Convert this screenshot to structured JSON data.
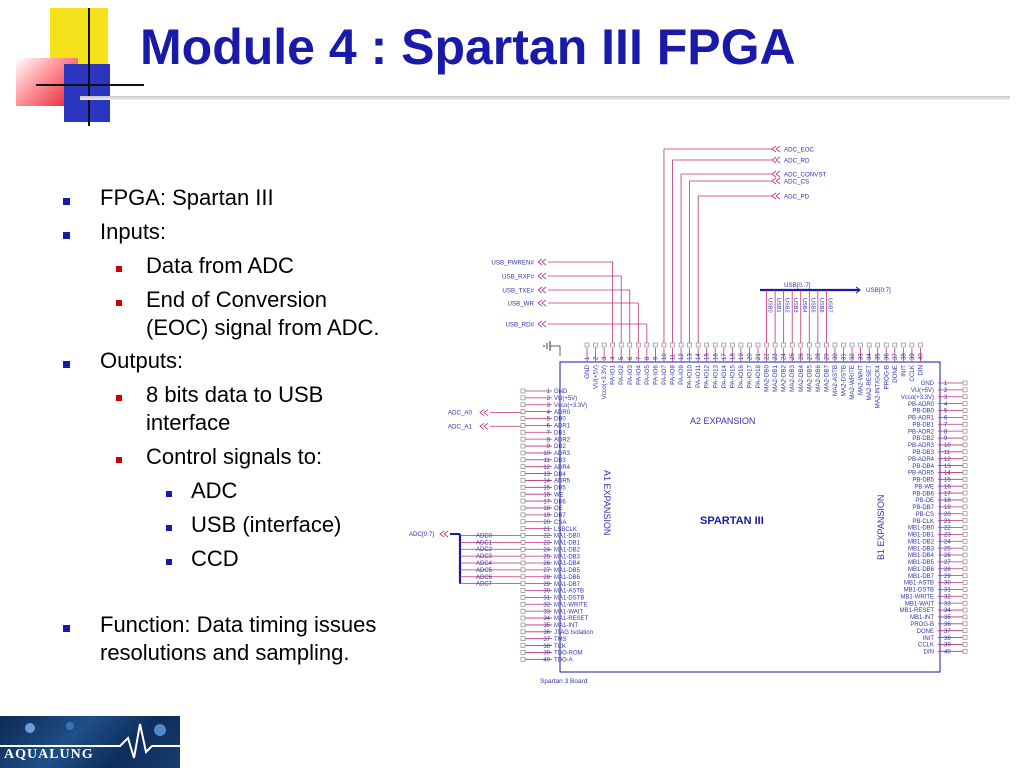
{
  "slide": {
    "title": "Module 4 : Spartan III FPGA",
    "bullets": {
      "fpga": "FPGA: Spartan III",
      "inputs": "Inputs:",
      "data_adc": "Data from ADC",
      "eoc_1": "End of Conversion",
      "eoc_2": "(EOC) signal from ADC.",
      "outputs": "Outputs:",
      "bits_1": "8 bits data to USB",
      "bits_2": "interface",
      "control": "Control signals to:",
      "adc": "ADC",
      "usb": "USB (interface)",
      "ccd": "CCD",
      "function_1": "Function: Data timing issues",
      "function_2": "resolutions and sampling."
    },
    "logo_text": "AQUALUNG",
    "colors": {
      "title": "#1a1aa8",
      "bullet_l1": "#1a1aa8",
      "bullet_l2": "#cc0000",
      "line": "#c0307a",
      "bus": "#1a1aa8"
    }
  },
  "schematic": {
    "adc_signals": [
      "ADC_EOC",
      "ADC_RD",
      "ADC_CONVST",
      "ADC_CS",
      "ADC_PD"
    ],
    "usb_signals": [
      "USB_PWREN#",
      "USB_RXF#",
      "USB_TXE#",
      "USB_WR",
      "USB_RD#"
    ],
    "usb_bus_label": "USB[0..7]",
    "usb_bus_out": "USB[0:7]",
    "usb_bits": [
      "USB0",
      "USB1",
      "USB2",
      "USB3",
      "USB4",
      "USB5",
      "USB6",
      "USB7"
    ],
    "adc_a": [
      "ADC_A0",
      "ADC_A1"
    ],
    "adc_bus_label": "ADC[0:7]",
    "adc_bits": [
      "ADC0",
      "ADC1",
      "ADC2",
      "ADC3",
      "ADC4",
      "ADC5",
      "ADC6",
      "ADC7"
    ],
    "top_pins": [
      "GND",
      "VU(+5V)",
      "Vcco(+3.3V)",
      "PA-IO1",
      "PA-IO2",
      "PA-IO3",
      "PA-IO4",
      "PA-IO5",
      "PA-IO6",
      "PA-IO7",
      "PA-IO8",
      "PA-IO9",
      "PA-IO10",
      "PA-IO11",
      "PA-IO12",
      "PA-IO13",
      "PA-IO14",
      "PA-IO15",
      "PA-IO16",
      "PA-IO17",
      "PA-IO18",
      "MA2-DB0",
      "MA2-DB1",
      "MA2-DB2",
      "MA2-DB3",
      "MA2-DB4",
      "MA2-DB5",
      "MA2-DB6",
      "MA2-DB7",
      "MA2-ASTB",
      "MA2-DSTB",
      "MA2-WRITE",
      "MA2-WAIT",
      "MA2-RESET",
      "MA2-INT/GCK4",
      "PROG-B",
      "DONE",
      "INIT",
      "CCLK",
      "DIN"
    ],
    "left_pins": [
      "GND",
      "VU(+5V)",
      "Vcco(+3.3V)",
      "ADR0",
      "DB0",
      "ADR1",
      "DB1",
      "ADR2",
      "DB2",
      "ADR3",
      "DB3",
      "ADR4",
      "DB4",
      "ADR5",
      "DB5",
      "WE",
      "DB6",
      "OE",
      "DB7",
      "CSA",
      "LSBCLK",
      "MA1-DB0",
      "MA1-DB1",
      "MA1-DB2",
      "MA1-DB3",
      "MA1-DB4",
      "MA1-DB5",
      "MA1-DB6",
      "MA1-DB7",
      "MA1-ASTB",
      "MA1-DSTB",
      "MA1-WRITE",
      "MA1-WAIT",
      "MA1-RESET",
      "MA1-INT",
      "JTAG Isolation",
      "TMS",
      "TCK",
      "TDO-ROM",
      "TDO-A"
    ],
    "right_pins": [
      "GND",
      "VU(+5V)",
      "Vcco(+3.3V)",
      "PB-ADR0",
      "PB-DB0",
      "PB-ADR1",
      "PB-DB1",
      "PB-ADR2",
      "PB-DB2",
      "PB-ADR3",
      "PB-DB3",
      "PB-ADR4",
      "PB-DB4",
      "PB-ADR5",
      "PB-DB5",
      "PB-WE",
      "PB-DB6",
      "PB-OE",
      "PB-DB7",
      "PB-CS",
      "PB-CLK",
      "MB1-DB0",
      "MB1-DB1",
      "MB1-DB2",
      "MB1-DB3",
      "MB1-DB4",
      "MB1-DB5",
      "MB1-DB6",
      "MB1-DB7",
      "MB1-ASTB",
      "MB1-DSTB",
      "MB1-WRITE",
      "MB1-WAIT",
      "MB1-RESET",
      "MB1-INT",
      "PROG-B",
      "DONE",
      "INIT",
      "CCLK",
      "DIN"
    ],
    "a2_label": "A2 EXPANSION",
    "a1_label": "A1 EXPANSION",
    "b1_label": "B1 EXPANSION",
    "center_label": "SPARTAN III",
    "board_label": "Spartan 3 Board"
  }
}
